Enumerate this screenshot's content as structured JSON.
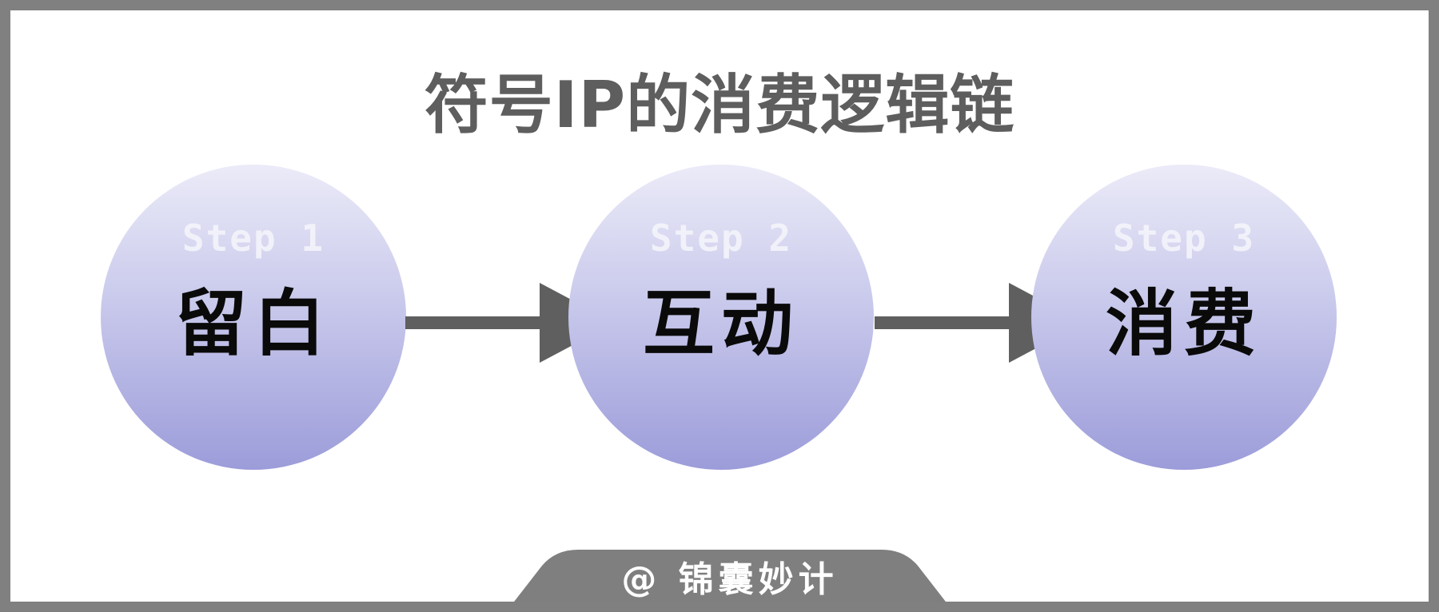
{
  "title": "符号IP的消费逻辑链",
  "steps": [
    {
      "label": "Step 1",
      "name": "留白"
    },
    {
      "label": "Step 2",
      "name": "互动"
    },
    {
      "label": "Step 3",
      "name": "消费"
    }
  ],
  "connectors": [
    {
      "from": "留白",
      "to": "互动"
    },
    {
      "from": "互动",
      "to": "消费"
    }
  ],
  "footer": {
    "watermark": "@ 锦囊妙计"
  },
  "colors": {
    "border": "#808080",
    "background": "#ffffff",
    "title": "#5e5e5e",
    "circle_top": "#ebebf8",
    "circle_bottom": "#9c9cda",
    "arrow": "#5f5f5f",
    "step_name": "#0a0a0a",
    "footer_tab": "#7f7f7f"
  },
  "icons": {
    "connector": "right-arrow-icon"
  }
}
